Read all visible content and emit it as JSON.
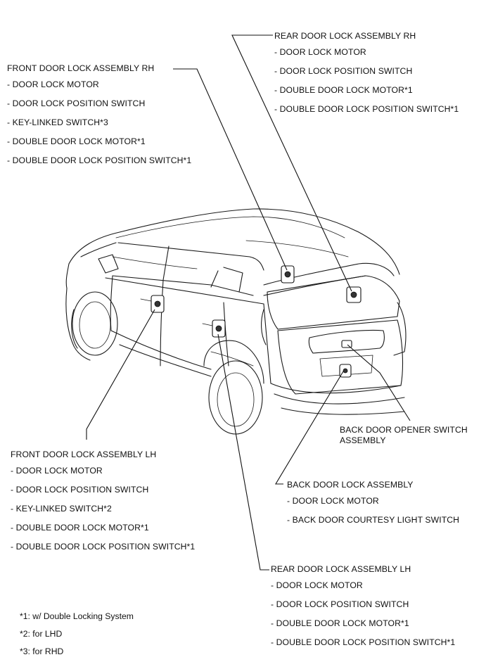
{
  "callouts": {
    "rear_rh": {
      "title": "REAR DOOR LOCK ASSEMBLY RH",
      "items": [
        "- DOOR LOCK MOTOR",
        "- DOOR LOCK POSITION SWITCH",
        "- DOUBLE DOOR LOCK MOTOR*1",
        "- DOUBLE DOOR LOCK POSITION SWITCH*1"
      ]
    },
    "front_rh": {
      "title": "FRONT DOOR LOCK ASSEMBLY RH",
      "items": [
        "- DOOR LOCK MOTOR",
        "- DOOR LOCK POSITION SWITCH",
        "- KEY-LINKED SWITCH*3",
        "- DOUBLE DOOR LOCK MOTOR*1",
        "- DOUBLE DOOR LOCK POSITION SWITCH*1"
      ]
    },
    "back_opener": {
      "title": "BACK DOOR OPENER SWITCH ASSEMBLY"
    },
    "back_door": {
      "title": "BACK DOOR LOCK ASSEMBLY",
      "items": [
        "- DOOR LOCK MOTOR",
        "- BACK DOOR COURTESY LIGHT SWITCH"
      ]
    },
    "front_lh": {
      "title": "FRONT DOOR LOCK ASSEMBLY LH",
      "items": [
        "- DOOR LOCK MOTOR",
        "- DOOR LOCK POSITION SWITCH",
        "- KEY-LINKED SWITCH*2",
        "- DOUBLE DOOR LOCK MOTOR*1",
        "- DOUBLE DOOR LOCK POSITION SWITCH*1"
      ]
    },
    "rear_lh": {
      "title": "REAR DOOR LOCK ASSEMBLY LH",
      "items": [
        "- DOOR LOCK MOTOR",
        "- DOOR LOCK POSITION SWITCH",
        "- DOUBLE DOOR LOCK MOTOR*1",
        "- DOUBLE DOOR LOCK POSITION SWITCH*1"
      ]
    }
  },
  "footnotes": [
    "*1: w/ Double Locking System",
    "*2: for LHD",
    "*3: for RHD"
  ]
}
